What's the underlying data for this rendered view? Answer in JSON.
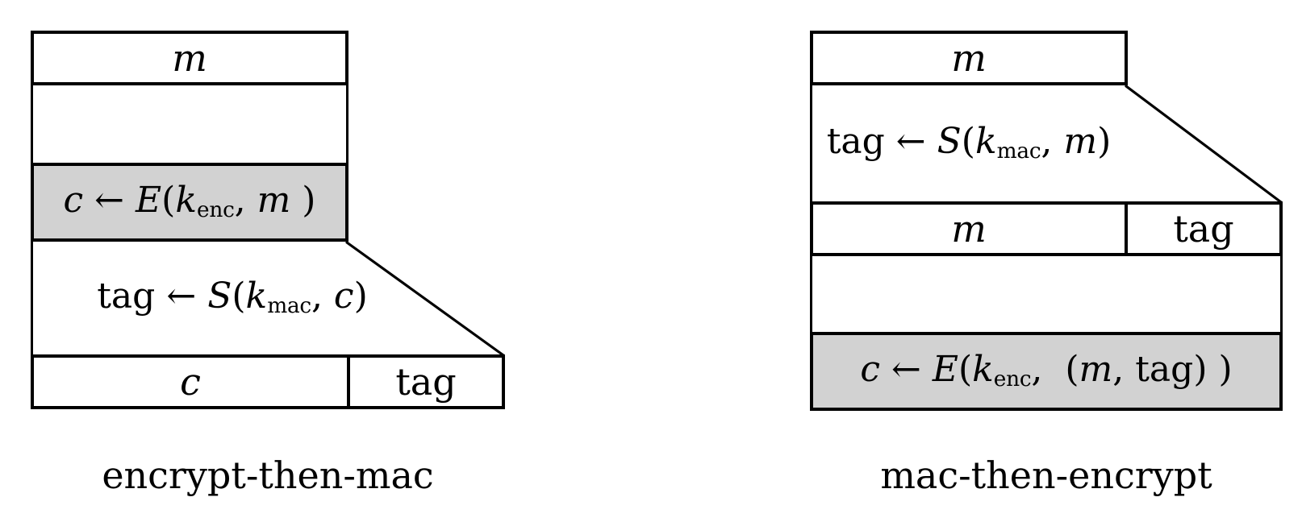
{
  "left_diagram": {
    "label": "encrypt-then-mac",
    "message_label": "m",
    "encrypt_formula": [
      {
        "cls": "it",
        "text": "c"
      },
      {
        "cls": "rm",
        "text": " ← "
      },
      {
        "cls": "it",
        "text": "E"
      },
      {
        "cls": "rm",
        "text": "("
      },
      {
        "cls": "it",
        "text": "k"
      },
      {
        "cls": "sub",
        "text": "enc"
      },
      {
        "cls": "rm",
        "text": ", "
      },
      {
        "cls": "it",
        "text": "m"
      },
      {
        "cls": "rm",
        "text": " )"
      }
    ],
    "tag_formula": [
      {
        "cls": "rm",
        "text": "tag"
      },
      {
        "cls": "rm",
        "text": " ← "
      },
      {
        "cls": "it",
        "text": "S"
      },
      {
        "cls": "rm",
        "text": "("
      },
      {
        "cls": "it",
        "text": "k"
      },
      {
        "cls": "sub",
        "text": "mac"
      },
      {
        "cls": "rm",
        "text": ", "
      },
      {
        "cls": "it",
        "text": "c"
      },
      {
        "cls": "rm",
        "text": ")"
      }
    ],
    "output_cipher_label": "c",
    "output_tag_label": "tag"
  },
  "right_diagram": {
    "label": "mac-then-encrypt",
    "message_label": "m",
    "tag_formula": [
      {
        "cls": "rm",
        "text": "tag"
      },
      {
        "cls": "rm",
        "text": " ← "
      },
      {
        "cls": "it",
        "text": "S"
      },
      {
        "cls": "rm",
        "text": "("
      },
      {
        "cls": "it",
        "text": "k"
      },
      {
        "cls": "sub",
        "text": "mac"
      },
      {
        "cls": "rm",
        "text": ", "
      },
      {
        "cls": "it",
        "text": "m"
      },
      {
        "cls": "rm",
        "text": ")"
      }
    ],
    "mac_row_message_label": "m",
    "mac_row_tag_label": "tag",
    "encrypt_formula": [
      {
        "cls": "it",
        "text": "c"
      },
      {
        "cls": "rm",
        "text": " ← "
      },
      {
        "cls": "it",
        "text": "E"
      },
      {
        "cls": "rm",
        "text": "("
      },
      {
        "cls": "it",
        "text": "k"
      },
      {
        "cls": "sub",
        "text": "enc"
      },
      {
        "cls": "rm",
        "text": ",  ("
      },
      {
        "cls": "it",
        "text": "m"
      },
      {
        "cls": "rm",
        "text": ", "
      },
      {
        "cls": "rm",
        "text": "tag"
      },
      {
        "cls": "rm",
        "text": ") )"
      }
    ]
  },
  "colors": {
    "shaded_fill": "#d2d2d2",
    "line": "#000000",
    "background": "#ffffff"
  }
}
